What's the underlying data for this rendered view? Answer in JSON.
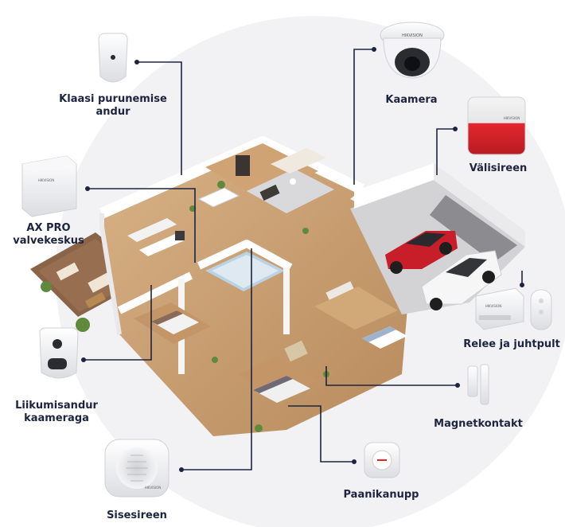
{
  "labels": {
    "glass_break": "Klaasi purunemise\nandur",
    "camera": "Kaamera",
    "sub_siren": "Välisireen",
    "hub": "AX PRO\nvalvekeskus",
    "relay": "Relee ja juhtpult",
    "motion_camera": "Liikumisandur\nkaameraga",
    "magnet": "Magnetkontakt",
    "panic": "Paanikanupp",
    "indoor_siren": "Sisesireen"
  },
  "brand_text": "HIKVISION",
  "colors": {
    "line": "#1c2440",
    "label": "#1c2440",
    "backdrop": "#f2f2f4",
    "siren_red": "#e3262e",
    "car_red": "#c81e2a",
    "floor_wood": "#c69a6b"
  }
}
